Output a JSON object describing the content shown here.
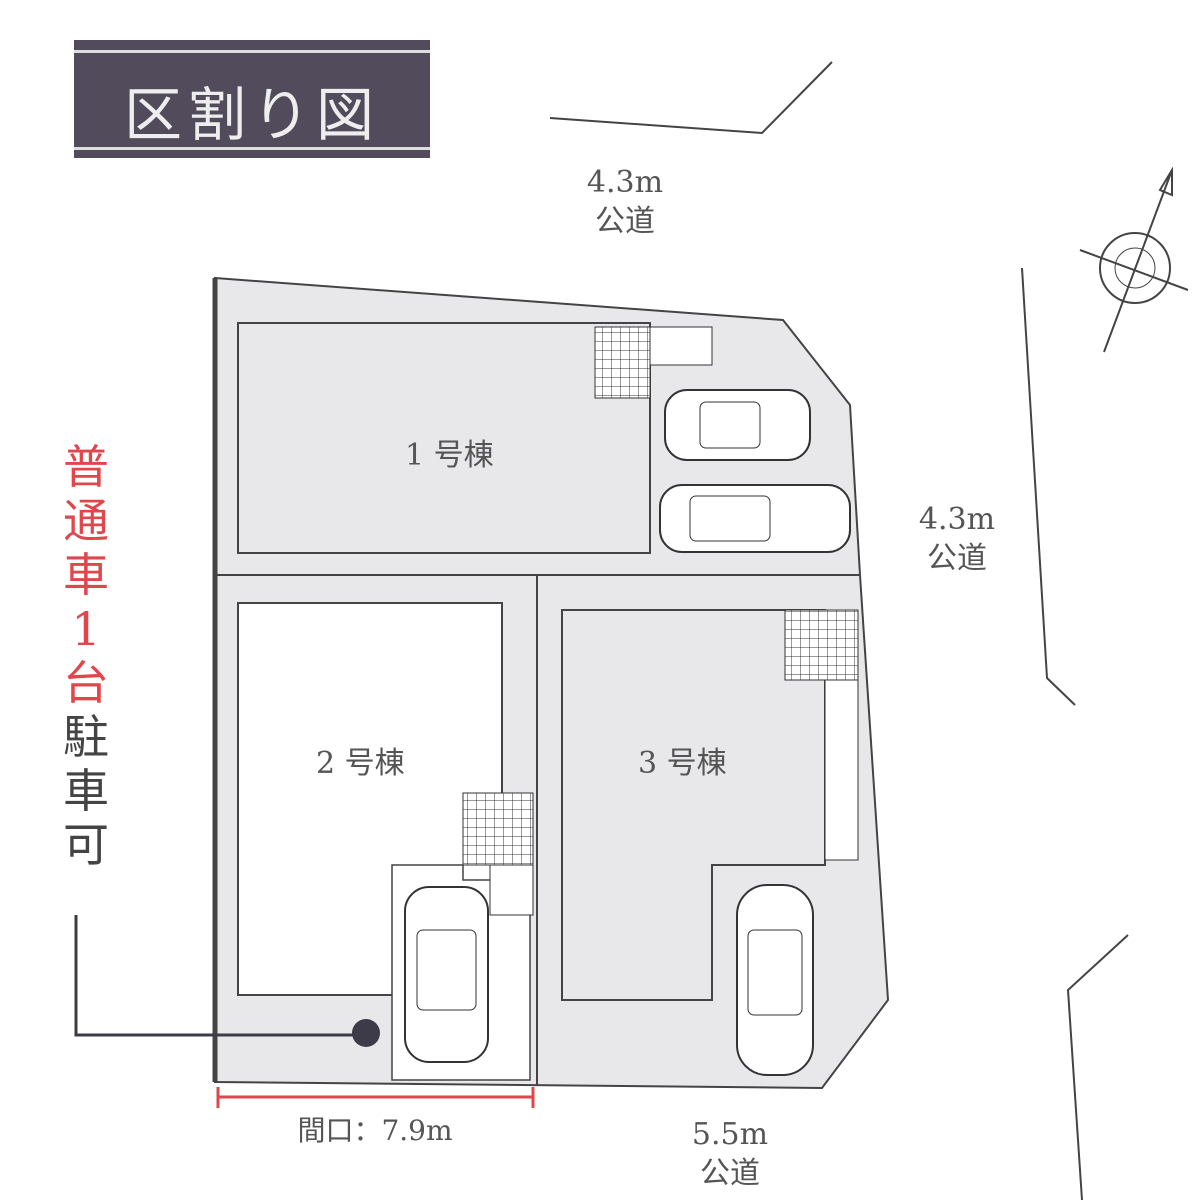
{
  "title": "区割り図",
  "roads": [
    {
      "width": "4.3m",
      "label": "公道"
    },
    {
      "width": "4.3m",
      "label": "公道"
    },
    {
      "width": "5.5m",
      "label": "公道"
    }
  ],
  "buildings": [
    "1 号棟",
    "2 号棟",
    "3 号棟"
  ],
  "parking_note": {
    "highlight": [
      "普",
      "通",
      "車",
      "1",
      "台"
    ],
    "rest": [
      "駐",
      "車",
      "可"
    ]
  },
  "frontage": "間口：7.9m",
  "colors": {
    "title_bg": "#514b5b",
    "accent_red": "#e0474c",
    "lot_fill": "#e8e8ea"
  }
}
